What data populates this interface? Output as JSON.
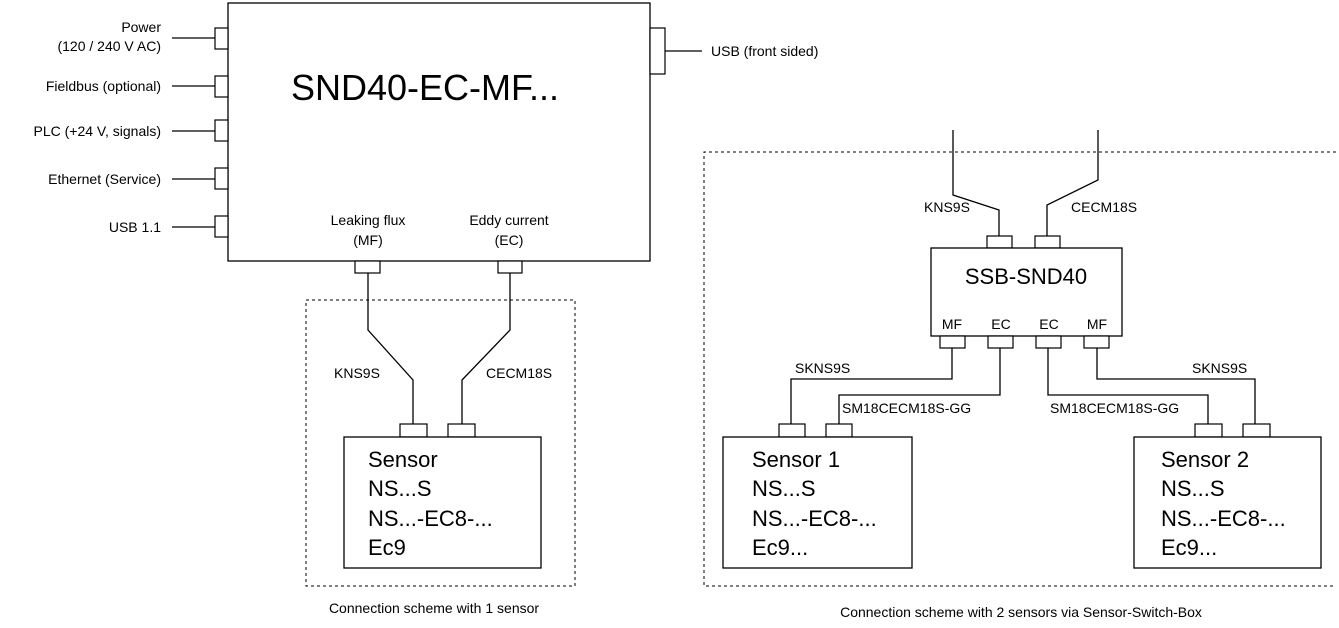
{
  "main_unit": {
    "title": "SND40-EC-MF...",
    "inputs": [
      {
        "line1": "Power",
        "line2": "(120 / 240 V AC)"
      },
      {
        "line1": "Fieldbus (optional)"
      },
      {
        "line1": "PLC (+24 V, signals)"
      },
      {
        "line1": "Ethernet (Service)"
      },
      {
        "line1": "USB 1.1"
      }
    ],
    "usb_front": "USB (front sided)",
    "port_mf": {
      "line1": "Leaking flux",
      "line2": "(MF)"
    },
    "port_ec": {
      "line1": "Eddy current",
      "line2": "(EC)"
    }
  },
  "scheme1": {
    "cable_mf": "KNS9S",
    "cable_ec": "CECM18S",
    "sensor_lines": [
      "Sensor",
      "NS...S",
      "NS...-EC8-...",
      "Ec9"
    ],
    "caption": "Connection scheme with 1 sensor"
  },
  "scheme2": {
    "cable_in_left": "KNS9S",
    "cable_in_right": "CECM18S",
    "switchbox": {
      "title": "SSB-SND40",
      "ports": [
        "MF",
        "EC",
        "EC",
        "MF"
      ]
    },
    "cable_skns_left": "SKNS9S",
    "cable_sm_left": "SM18CECM18S-GG",
    "cable_sm_right": "SM18CECM18S-GG",
    "cable_skns_right": "SKNS9S",
    "sensor1_lines": [
      "Sensor 1",
      "NS...S",
      "NS...-EC8-...",
      "Ec9..."
    ],
    "sensor2_lines": [
      "Sensor 2",
      "NS...S",
      "NS...-EC8-...",
      "Ec9..."
    ],
    "caption": "Connection scheme with 2 sensors via Sensor-Switch-Box"
  }
}
